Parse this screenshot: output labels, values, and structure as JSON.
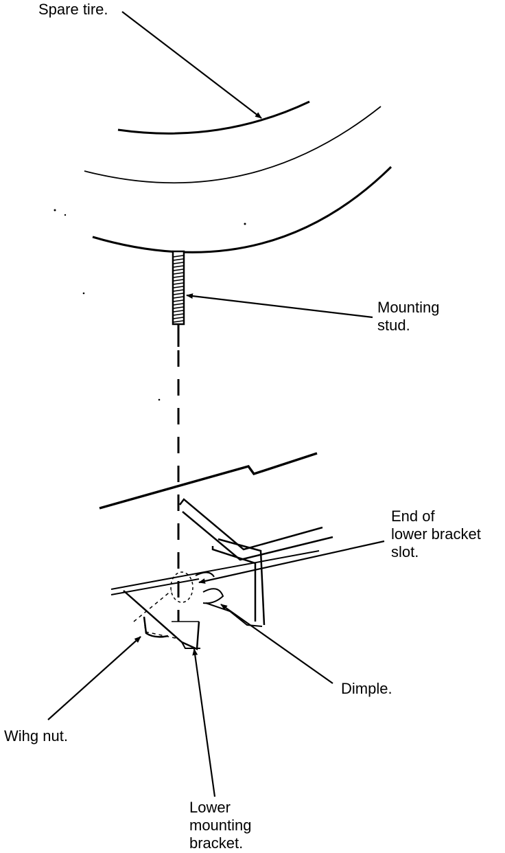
{
  "labels": {
    "spare_tire": "Spare tire.",
    "mounting_stud": [
      "Mounting",
      "stud."
    ],
    "end_of_slot": [
      "End of",
      "lower bracket",
      "slot."
    ],
    "dimple": "Dimple.",
    "wing_nut": "Wihg nut.",
    "lower_bracket": [
      "Lower",
      "mounting",
      "bracket."
    ]
  },
  "colors": {
    "ink": "#000000",
    "paper": "#ffffff"
  }
}
